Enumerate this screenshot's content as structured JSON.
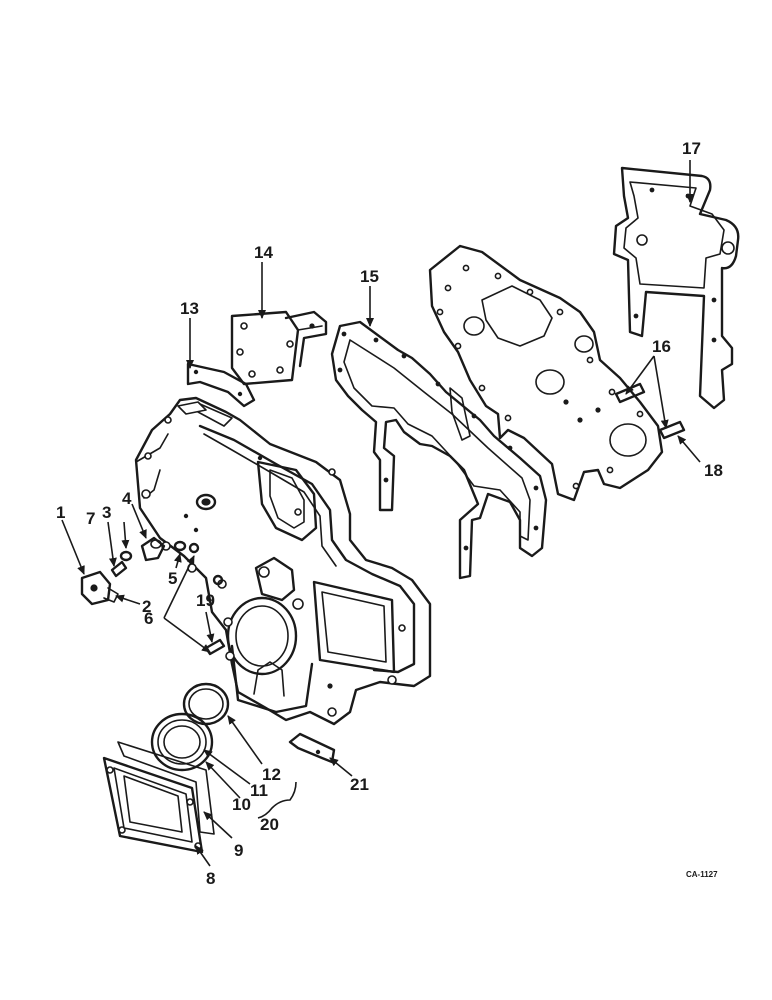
{
  "callouts": {
    "c1": "1",
    "c2": "2",
    "c3": "3",
    "c4": "4",
    "c5": "5",
    "c6": "6",
    "c7": "7",
    "c8": "8",
    "c9": "9",
    "c10": "10",
    "c11": "11",
    "c12": "12",
    "c13": "13",
    "c14": "14",
    "c15": "15",
    "c16": "16",
    "c17": "17",
    "c18": "18",
    "c19": "19",
    "c20": "20",
    "c21": "21"
  },
  "drawing_code": "CA-1127"
}
